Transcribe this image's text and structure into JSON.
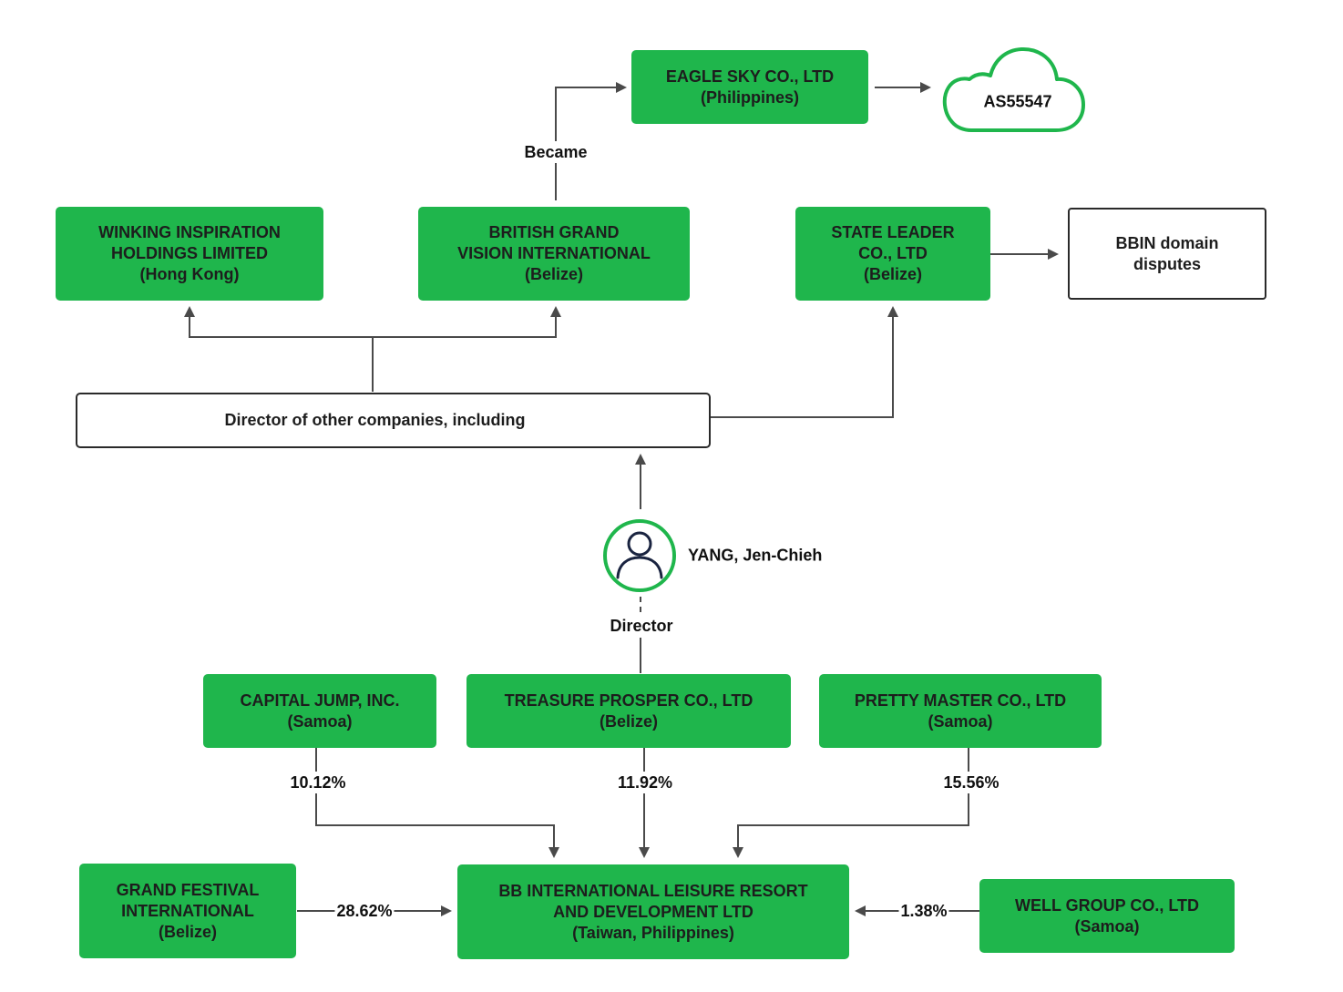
{
  "colors": {
    "accent": "#1fb64c",
    "line": "#4a4a4a",
    "outline": "#2a2a2a"
  },
  "eagle_sky": {
    "name": "EAGLE SKY CO., LTD",
    "country": "(Philippines)"
  },
  "cloud": {
    "label": "AS55547",
    "icon": "cloud-icon"
  },
  "edge_labels": {
    "became": "Became",
    "director": "Director",
    "capital_pct": "10.12%",
    "treasure_pct": "11.92%",
    "pretty_pct": "15.56%",
    "grand_pct": "28.62%",
    "well_pct": "1.38%"
  },
  "winking": {
    "line1": "WINKING INSPIRATION",
    "line2": "HOLDINGS LIMITED",
    "country": "(Hong Kong)"
  },
  "british": {
    "line1": "BRITISH GRAND",
    "line2": "VISION INTERNATIONAL",
    "country": "(Belize)"
  },
  "state_leader": {
    "line1": "STATE LEADER",
    "line2": "CO., LTD",
    "country": "(Belize)"
  },
  "bbin": {
    "line1": "BBIN domain",
    "line2": "disputes"
  },
  "director_of": {
    "label": "Director of other companies, including"
  },
  "person": {
    "name": "YANG, Jen-Chieh",
    "icon": "person-icon"
  },
  "capital_jump": {
    "name": "CAPITAL JUMP, INC.",
    "country": "(Samoa)"
  },
  "treasure": {
    "name": "TREASURE PROSPER CO., LTD",
    "country": "(Belize)"
  },
  "pretty": {
    "name": "PRETTY MASTER CO., LTD",
    "country": "(Samoa)"
  },
  "grand_festival": {
    "line1": "GRAND FESTIVAL",
    "line2": "INTERNATIONAL",
    "country": "(Belize)"
  },
  "bb_intl": {
    "line1": "BB INTERNATIONAL LEISURE RESORT",
    "line2": "AND DEVELOPMENT LTD",
    "country": "(Taiwan, Philippines)"
  },
  "well_group": {
    "name": "WELL GROUP CO., LTD",
    "country": "(Samoa)"
  }
}
